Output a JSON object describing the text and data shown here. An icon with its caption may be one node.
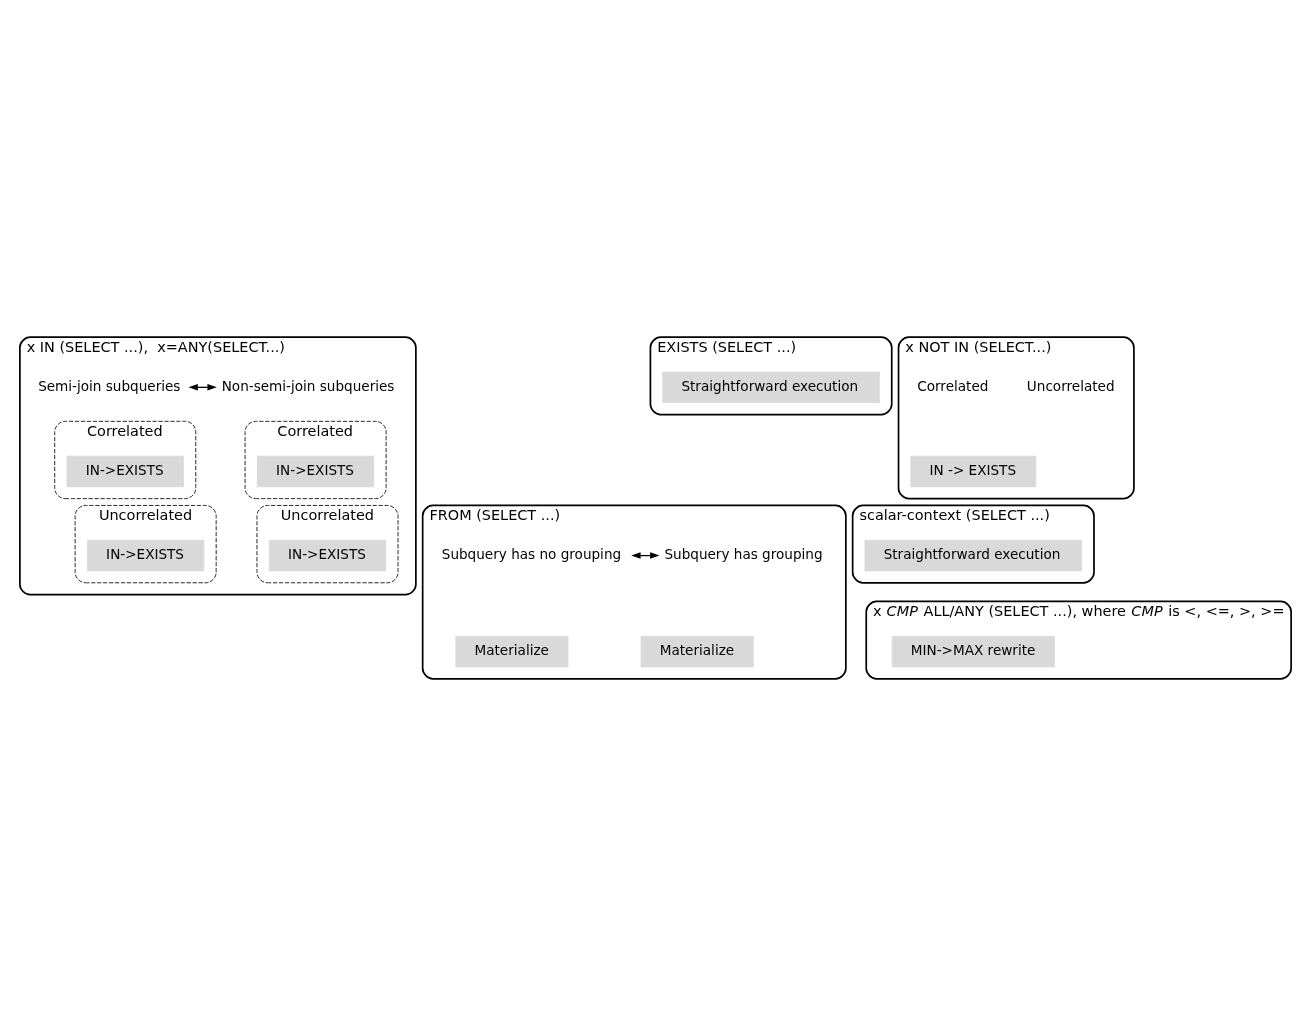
{
  "diagram": {
    "nodes": [
      {
        "text": [
          "x IN (SELECT ...),  x=ANY(SELECT...)"
        ]
      },
      {
        "text": [
          "Semi-join subqueries"
        ],
        "in": 0
      },
      {
        "text": [
          "Non-semi-join subqueries"
        ],
        "in": 0
      },
      {
        "text": [
          "Correlated"
        ],
        "in": 0
      },
      {
        "text": [
          "IN->EXISTS"
        ],
        "in": 3
      },
      {
        "text": [
          "Correlated"
        ],
        "in": 0
      },
      {
        "text": [
          "IN->EXISTS"
        ],
        "in": 5
      },
      {
        "text": [
          "Uncorrelated"
        ],
        "in": 0
      },
      {
        "text": [
          "IN->EXISTS"
        ],
        "in": 7
      },
      {
        "text": [
          "Uncorrelated"
        ],
        "in": 0
      },
      {
        "text": [
          "IN->EXISTS"
        ],
        "in": 9
      },
      {
        "text": [
          "EXISTS (SELECT ...)"
        ]
      },
      {
        "text": [
          "Straightforward execution"
        ],
        "in": 11
      },
      {
        "text": [
          "x NOT IN (SELECT...)"
        ]
      },
      {
        "text": [
          "IN -> EXISTS"
        ],
        "in": 13
      },
      {
        "text": [
          "scalar-context (SELECT ...)"
        ]
      },
      {
        "text": [
          "Straightforward execution"
        ],
        "in": 15
      },
      {
        "text": [
          "FROM (SELECT ...)"
        ]
      },
      {
        "text": [
          "Subquery has no grouping"
        ],
        "in": 17
      },
      {
        "text": [
          "Subquery has grouping"
        ],
        "in": 17
      },
      {
        "text": [
          "Materialize"
        ],
        "in": 17
      },
      {
        "text": [
          "Materialize"
        ],
        "in": 17
      },
      {
        "text": [
          "x *CMP* ALL/ANY (SELECT ...), where *CMP* is <, <=, >, >="
        ]
      },
      {
        "text": [
          "MIN->MAX rewrite"
        ],
        "in": 22
      }
    ],
    "edges": [
      {
        "from": 1,
        "to": 2,
        "arrow": "both"
      },
      {
        "from": 18,
        "to": 19,
        "arrow": "both"
      }
    ],
    "labels": [
      "Correlated",
      "Uncorrelated"
    ]
  }
}
